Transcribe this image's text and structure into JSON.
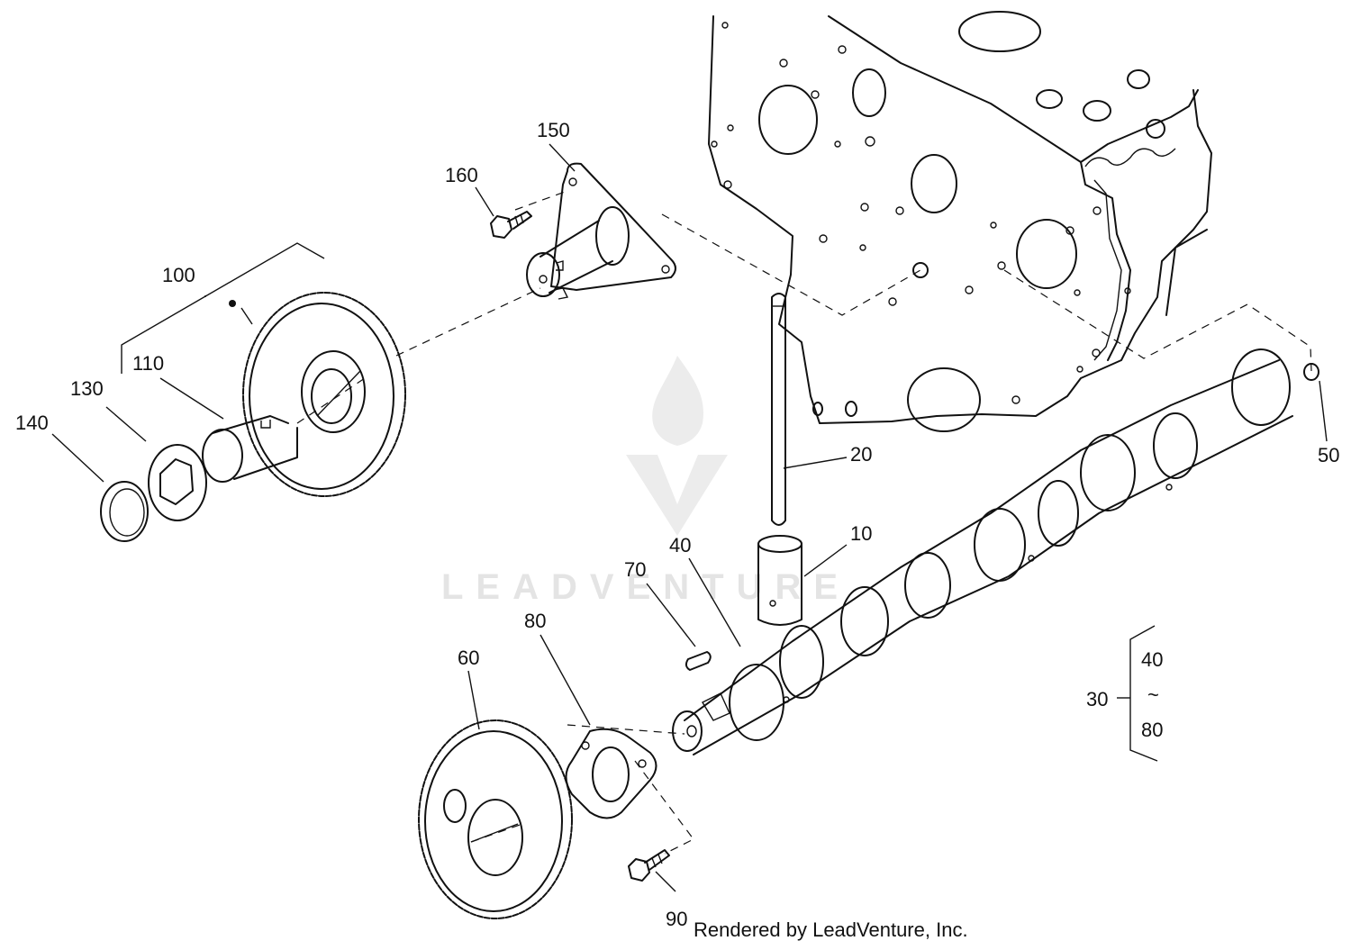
{
  "watermark": {
    "text": "LEADVENTURE"
  },
  "credit": "Rendered by LeadVenture, Inc.",
  "labels": {
    "p10": "10",
    "p20": "20",
    "p30": "30",
    "p40": "40",
    "p40_range": "40",
    "p50": "50",
    "p60": "60",
    "p70": "70",
    "p80": "80",
    "p80_range": "80",
    "p90": "90",
    "p100": "100",
    "p110": "110",
    "p130": "130",
    "p140": "140",
    "p150": "150",
    "p160": "160",
    "range_symbol": "~"
  }
}
